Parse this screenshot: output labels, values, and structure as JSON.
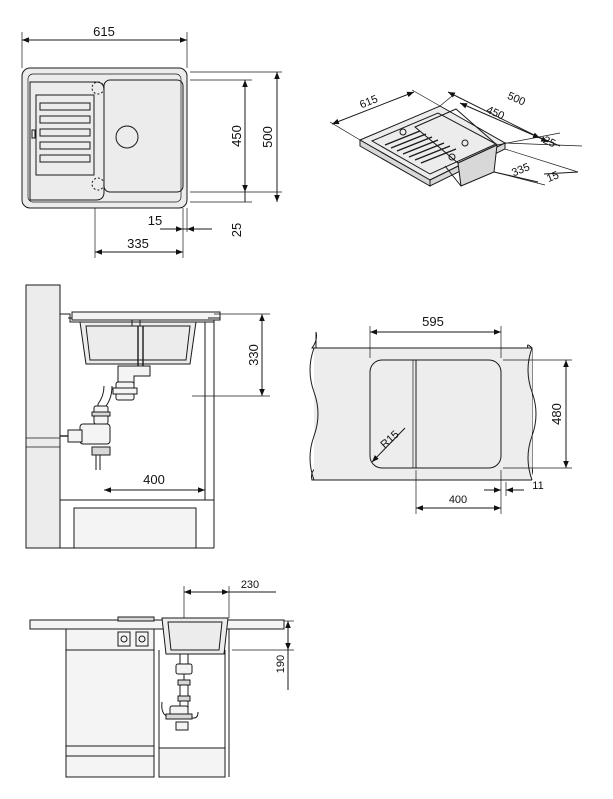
{
  "top_view": {
    "width": "615",
    "depth": "500",
    "bowl_depth": "450",
    "bowl_width": "335",
    "edge_offset": "15",
    "front_offset": "25"
  },
  "iso_view": {
    "width": "615",
    "depth": "500",
    "bowl_depth": "450",
    "edge_offset_a": "25",
    "bowl_width": "335",
    "edge_offset_b": "15"
  },
  "cabinet_view": {
    "height": "330",
    "drain_offset": "400"
  },
  "cutout_view": {
    "width": "595",
    "depth": "480",
    "radius": "R15",
    "edge_offset": "400",
    "margin": "11"
  },
  "side_view": {
    "overhang": "230",
    "depth": "190"
  }
}
